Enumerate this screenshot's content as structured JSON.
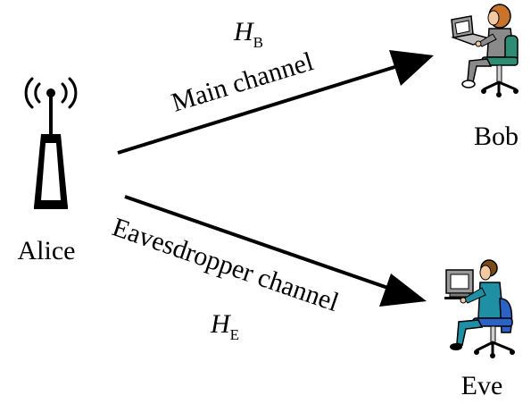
{
  "nodes": {
    "alice": {
      "label": "Alice",
      "icon": "wireless-transmitter-icon"
    },
    "bob": {
      "label": "Bob",
      "icon": "person-at-laptop-icon"
    },
    "eve": {
      "label": "Eve",
      "icon": "person-at-computer-icon"
    }
  },
  "links": {
    "main": {
      "label": "Main channel",
      "symbol": "H",
      "subscript": "B",
      "from": "alice",
      "to": "bob"
    },
    "eavesdropper": {
      "label": "Eavesdropper channel",
      "symbol": "H",
      "subscript": "E",
      "from": "alice",
      "to": "eve"
    }
  },
  "colors": {
    "ink": "#000000",
    "bob_shirt": "#8a8a8a",
    "bob_chair": "#2e8b74",
    "bob_hair": "#c8742a",
    "eve_clothes": "#1f8fa3",
    "eve_chair": "#2c62c6",
    "eve_hair": "#7a4a1a",
    "skin": "#f2c9a0",
    "monitor": "#9a9a9a"
  }
}
